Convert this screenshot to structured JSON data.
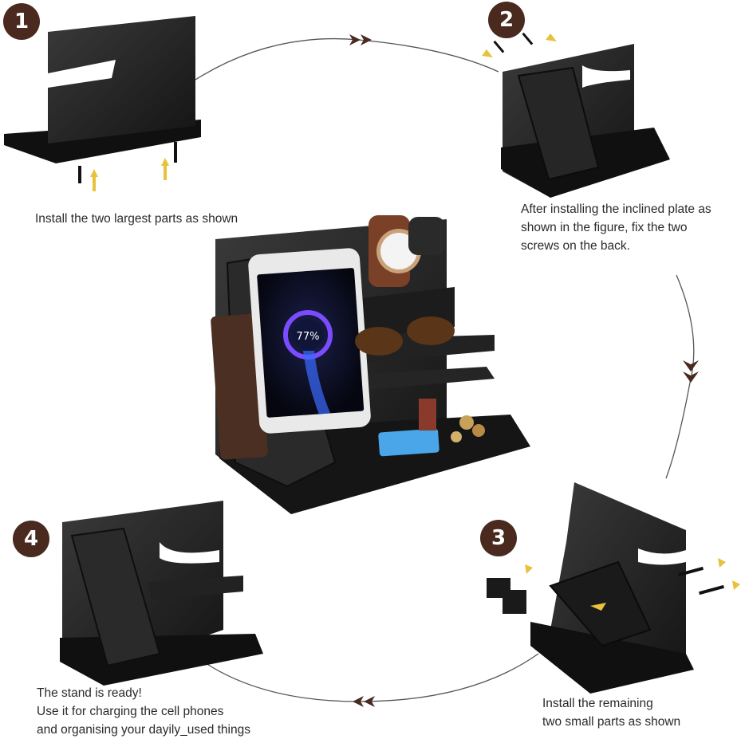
{
  "steps": [
    {
      "number": "1",
      "caption": "Install the two largest parts as shown"
    },
    {
      "number": "2",
      "caption": "After installing the inclined plate as\nshown in the figure, fix the two\nscrews on the back."
    },
    {
      "number": "3",
      "caption": "Install the remaining\ntwo small parts as shown"
    },
    {
      "number": "4",
      "caption": "The stand is ready!\nUse it for charging the cell phones\nand organising your dayily_used things"
    }
  ],
  "phone": {
    "battery_label": "77%"
  },
  "colors": {
    "badge": "#4a2a1f",
    "wood": "#1e1e1e",
    "arrow": "#4a2a1f",
    "hint_arrow": "#e8c23a"
  },
  "icons": [
    "screw-icon",
    "direction-arrow-icon",
    "cycle-arrow-icon"
  ]
}
